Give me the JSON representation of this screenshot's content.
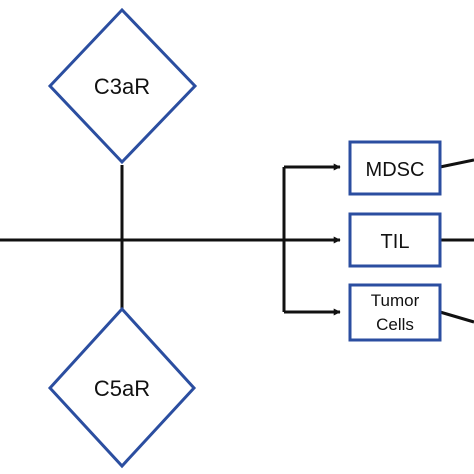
{
  "diagram": {
    "receptors": [
      {
        "id": "c3ar",
        "label": "C3aR"
      },
      {
        "id": "c5ar",
        "label": "C5aR"
      }
    ],
    "targets": [
      {
        "id": "mdsc",
        "lines": [
          "MDSC"
        ]
      },
      {
        "id": "til",
        "lines": [
          "TIL"
        ]
      },
      {
        "id": "tumor-cells",
        "lines": [
          "Tumor",
          "Cells"
        ]
      }
    ],
    "colors": {
      "node_border": "#2b4ea0",
      "line": "#111111",
      "text": "#111111",
      "background": "#ffffff"
    }
  }
}
